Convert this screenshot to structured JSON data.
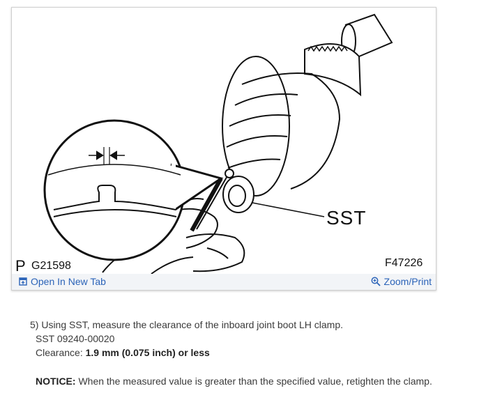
{
  "figure": {
    "prefix": "P",
    "figure_id": "G21598",
    "code": "F47226",
    "callout": "SST"
  },
  "toolbar": {
    "open_label": "Open In New Tab",
    "zoom_label": "Zoom/Print",
    "open_icon": "external-tab-icon",
    "zoom_icon": "magnifier-plus-icon",
    "link_color": "#2b63b8"
  },
  "step": {
    "text": "5) Using SST, measure the clearance of the inboard joint boot LH clamp.",
    "sst_line": "SST 09240-00020",
    "clearance_label": "Clearance: ",
    "clearance_value": "1.9 mm (0.075 inch) or less"
  },
  "notice": {
    "label": "NOTICE:",
    "text": " When the measured value is greater than the specified value, retighten the clamp."
  }
}
